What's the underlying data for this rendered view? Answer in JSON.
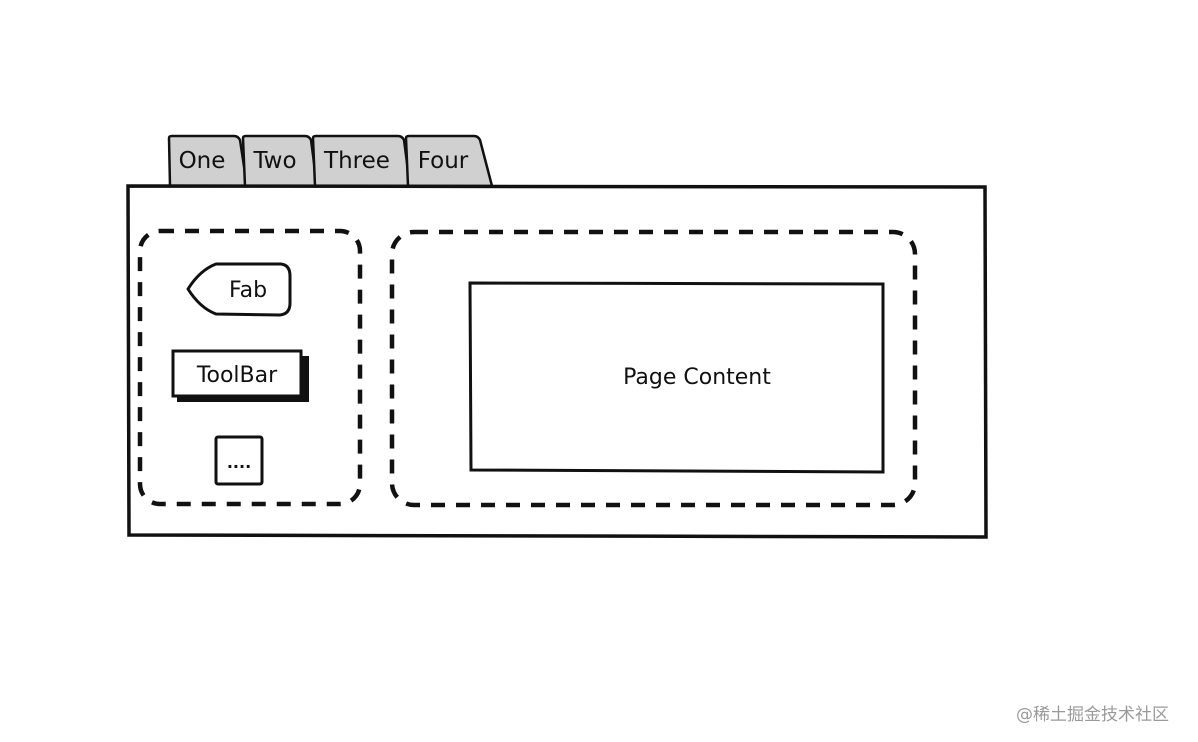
{
  "tabs": [
    {
      "label": "One"
    },
    {
      "label": "Two"
    },
    {
      "label": "Three"
    },
    {
      "label": "Four"
    }
  ],
  "sidebar": {
    "fab_label": "Fab",
    "toolbar_label": "ToolBar",
    "more_label": "...."
  },
  "main": {
    "page_content_label": "Page Content"
  },
  "watermark": "@稀土掘金技术社区",
  "colors": {
    "tab_fill": "#d0d0d0",
    "stroke": "#111111",
    "background": "#ffffff",
    "watermark": "#9a9a9a"
  }
}
